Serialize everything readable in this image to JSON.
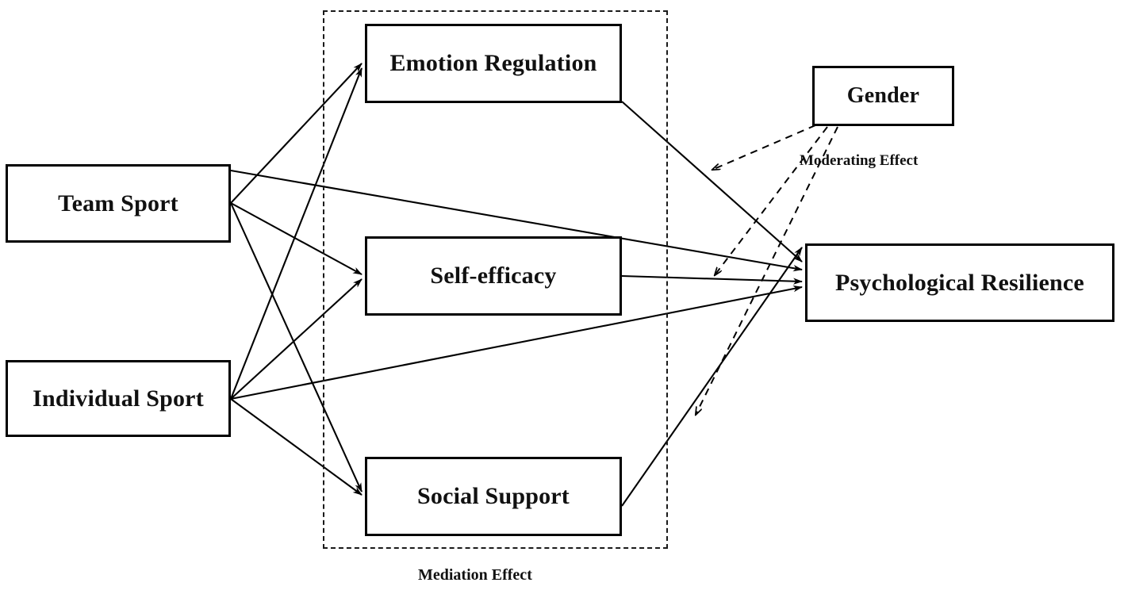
{
  "figure": {
    "type": "conceptual-path-diagram",
    "background": "#ffffff",
    "line_color": "#000000",
    "box_border_color": "#000000"
  },
  "nodes": {
    "team_sport": {
      "label": "Team Sport",
      "role": "independent-variable"
    },
    "individual_sport": {
      "label": "Individual Sport",
      "role": "independent-variable"
    },
    "emotion_regulation": {
      "label": "Emotion Regulation",
      "role": "mediator"
    },
    "self_efficacy": {
      "label": "Self-efficacy",
      "role": "mediator"
    },
    "social_support": {
      "label": "Social Support",
      "role": "mediator"
    },
    "gender": {
      "label": "Gender",
      "role": "moderator"
    },
    "psychological_resilience": {
      "label": "Psychological Resilience",
      "role": "dependent-variable"
    }
  },
  "captions": {
    "mediation": "Mediation Effect",
    "moderating": "Moderating Effect"
  },
  "groups": {
    "mediation_frame": {
      "style": "dashed",
      "encloses": [
        "Emotion Regulation",
        "Self-efficacy",
        "Social Support"
      ]
    }
  },
  "edges": [
    {
      "from": "Team Sport",
      "to": "Emotion Regulation",
      "style": "solid",
      "arrow": true
    },
    {
      "from": "Team Sport",
      "to": "Self-efficacy",
      "style": "solid",
      "arrow": true
    },
    {
      "from": "Team Sport",
      "to": "Social Support",
      "style": "solid",
      "arrow": true
    },
    {
      "from": "Team Sport",
      "to": "Psychological Resilience",
      "style": "solid",
      "arrow": true
    },
    {
      "from": "Individual Sport",
      "to": "Emotion Regulation",
      "style": "solid",
      "arrow": true
    },
    {
      "from": "Individual Sport",
      "to": "Self-efficacy",
      "style": "solid",
      "arrow": true
    },
    {
      "from": "Individual Sport",
      "to": "Social Support",
      "style": "solid",
      "arrow": true
    },
    {
      "from": "Individual Sport",
      "to": "Psychological Resilience",
      "style": "solid",
      "arrow": true
    },
    {
      "from": "Emotion Regulation",
      "to": "Psychological Resilience",
      "style": "solid",
      "arrow": true
    },
    {
      "from": "Self-efficacy",
      "to": "Psychological Resilience",
      "style": "solid",
      "arrow": true
    },
    {
      "from": "Social Support",
      "to": "Psychological Resilience",
      "style": "solid",
      "arrow": true
    },
    {
      "from": "Gender",
      "to": "Emotion Regulation → Psychological Resilience path",
      "style": "dashed",
      "arrow": true
    },
    {
      "from": "Gender",
      "to": "Self-efficacy → Psychological Resilience path",
      "style": "dashed",
      "arrow": true
    },
    {
      "from": "Gender",
      "to": "Social Support → Psychological Resilience path",
      "style": "dashed",
      "arrow": true
    }
  ]
}
